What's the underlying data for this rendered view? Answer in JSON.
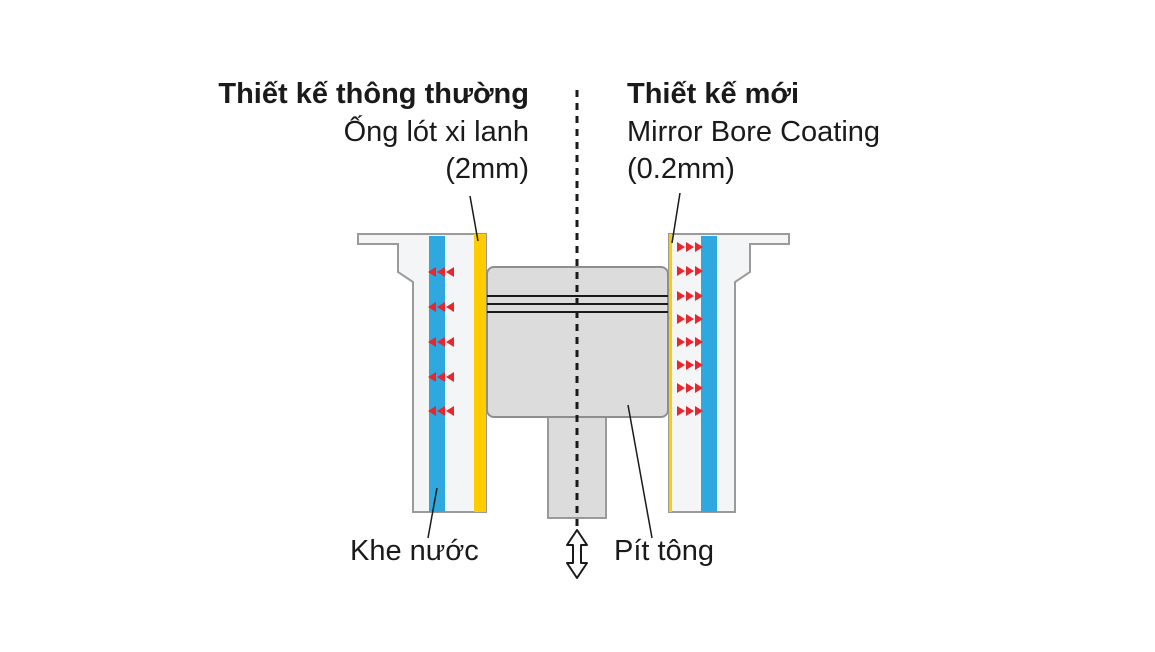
{
  "labels": {
    "conventional_title": "Thiết kế thông thường",
    "conventional_part": "Ống lót xi lanh",
    "conventional_thickness": "(2mm)",
    "new_title": "Thiết kế mới",
    "new_part": "Mirror Bore Coating",
    "new_thickness": "(0.2mm)",
    "water_jacket": "Khe nước",
    "piston": "Pít tông"
  },
  "colors": {
    "background": "#ffffff",
    "text": "#1a1a1a",
    "outline": "#9a9a9a",
    "block_fill": "#f4f5f7",
    "water": "#2ea8df",
    "liner": "#ffcc00",
    "piston_fill": "#dcdcdc",
    "piston_rings": "#1a1a1a",
    "arrows": "#e8262b",
    "centerline": "#1a1a1a"
  },
  "icons": {
    "motion": "double-arrow-vertical-icon",
    "heat_flow": "triple-triangle-arrow-icon"
  }
}
